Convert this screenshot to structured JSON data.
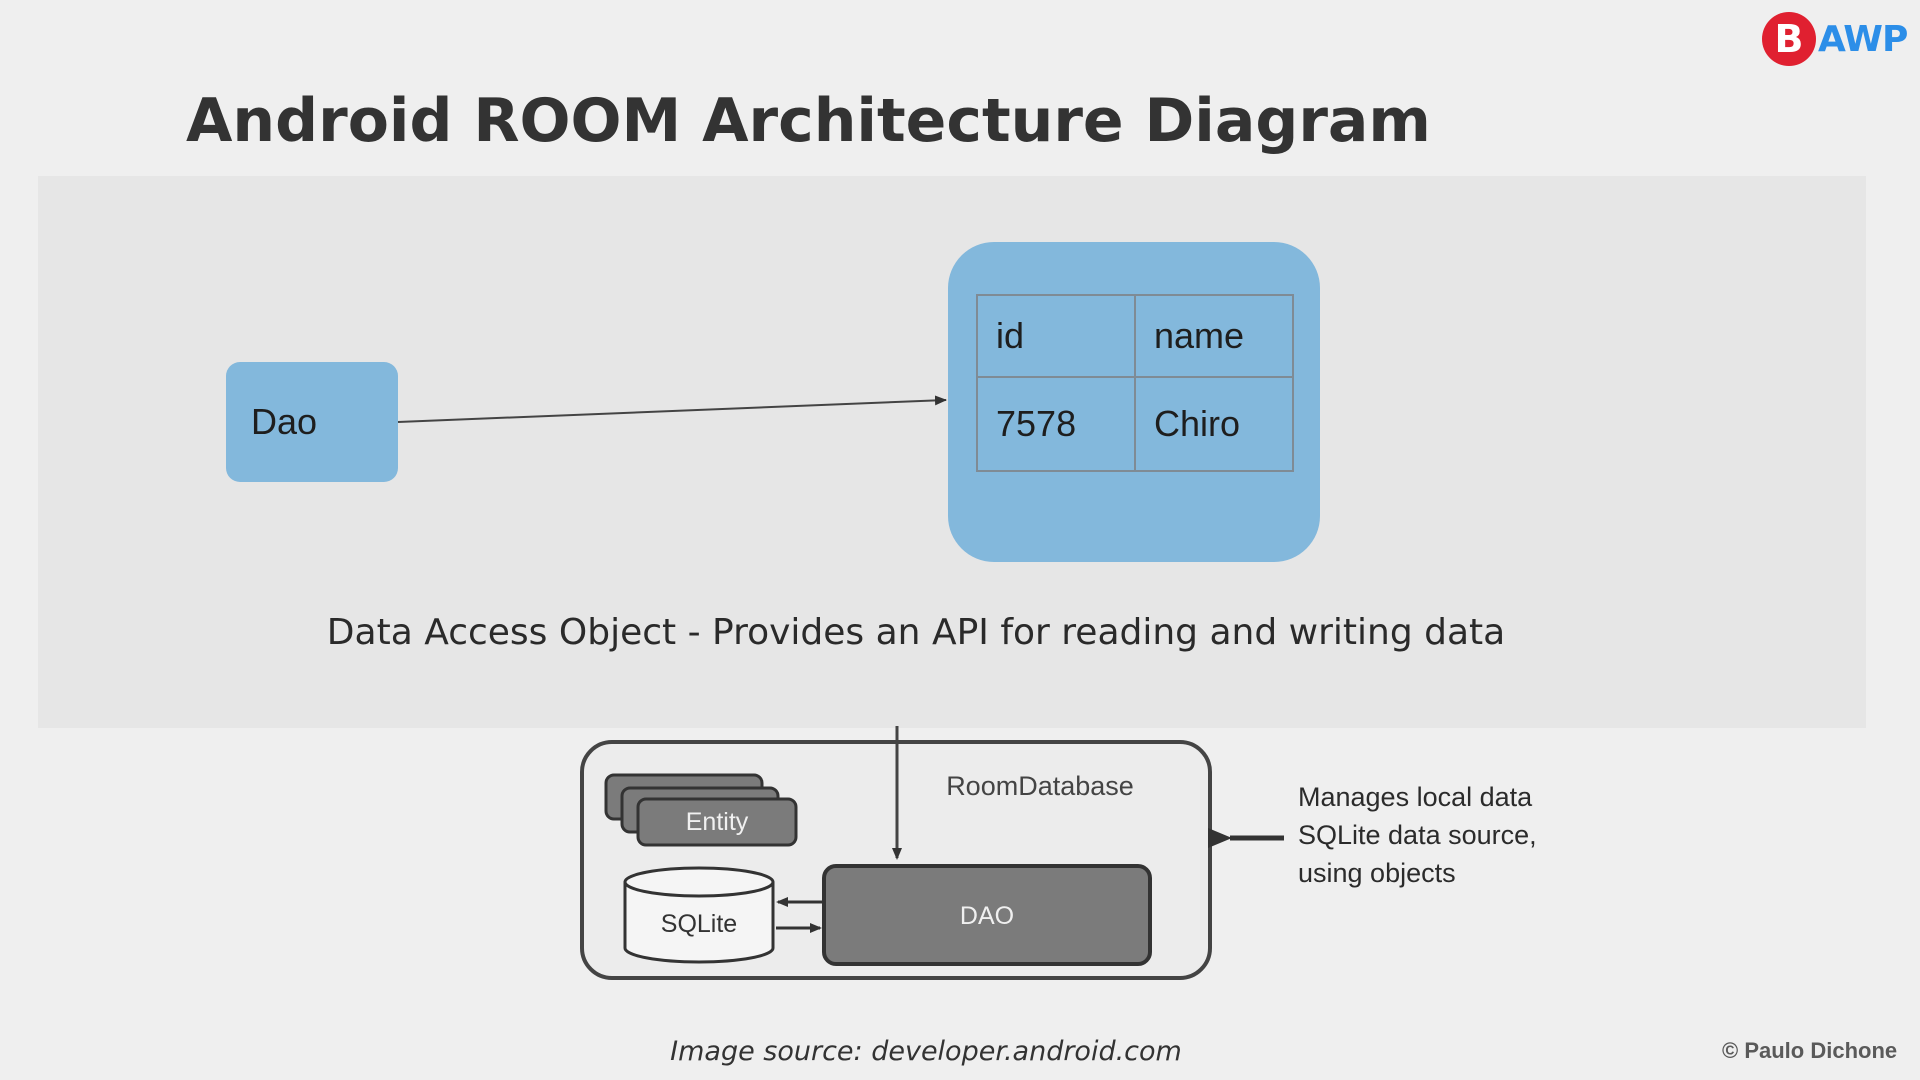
{
  "brand": {
    "logo_letter": "B",
    "logo_text": "AWP",
    "letter_color": "#e02030",
    "text_color": "#2c8ee8"
  },
  "slide": {
    "title": "Android ROOM Architecture Diagram",
    "caption": "Data Access Object - Provides an API for reading and writing data",
    "image_source": "Image source: developer.android.com",
    "copyright": "© Paulo Dichone"
  },
  "top_diagram": {
    "dao_label": "Dao",
    "box_color": "#83b8dc",
    "table": {
      "headers": [
        "id",
        "name"
      ],
      "rows": [
        [
          "7578",
          "Chiro"
        ]
      ]
    }
  },
  "bottom_diagram": {
    "container_label": "RoomDatabase",
    "entity_label": "Entity",
    "sqlite_label": "SQLite",
    "dao_label": "DAO",
    "side_note_lines": [
      "Manages local data",
      "SQLite data source,",
      "using objects"
    ]
  }
}
